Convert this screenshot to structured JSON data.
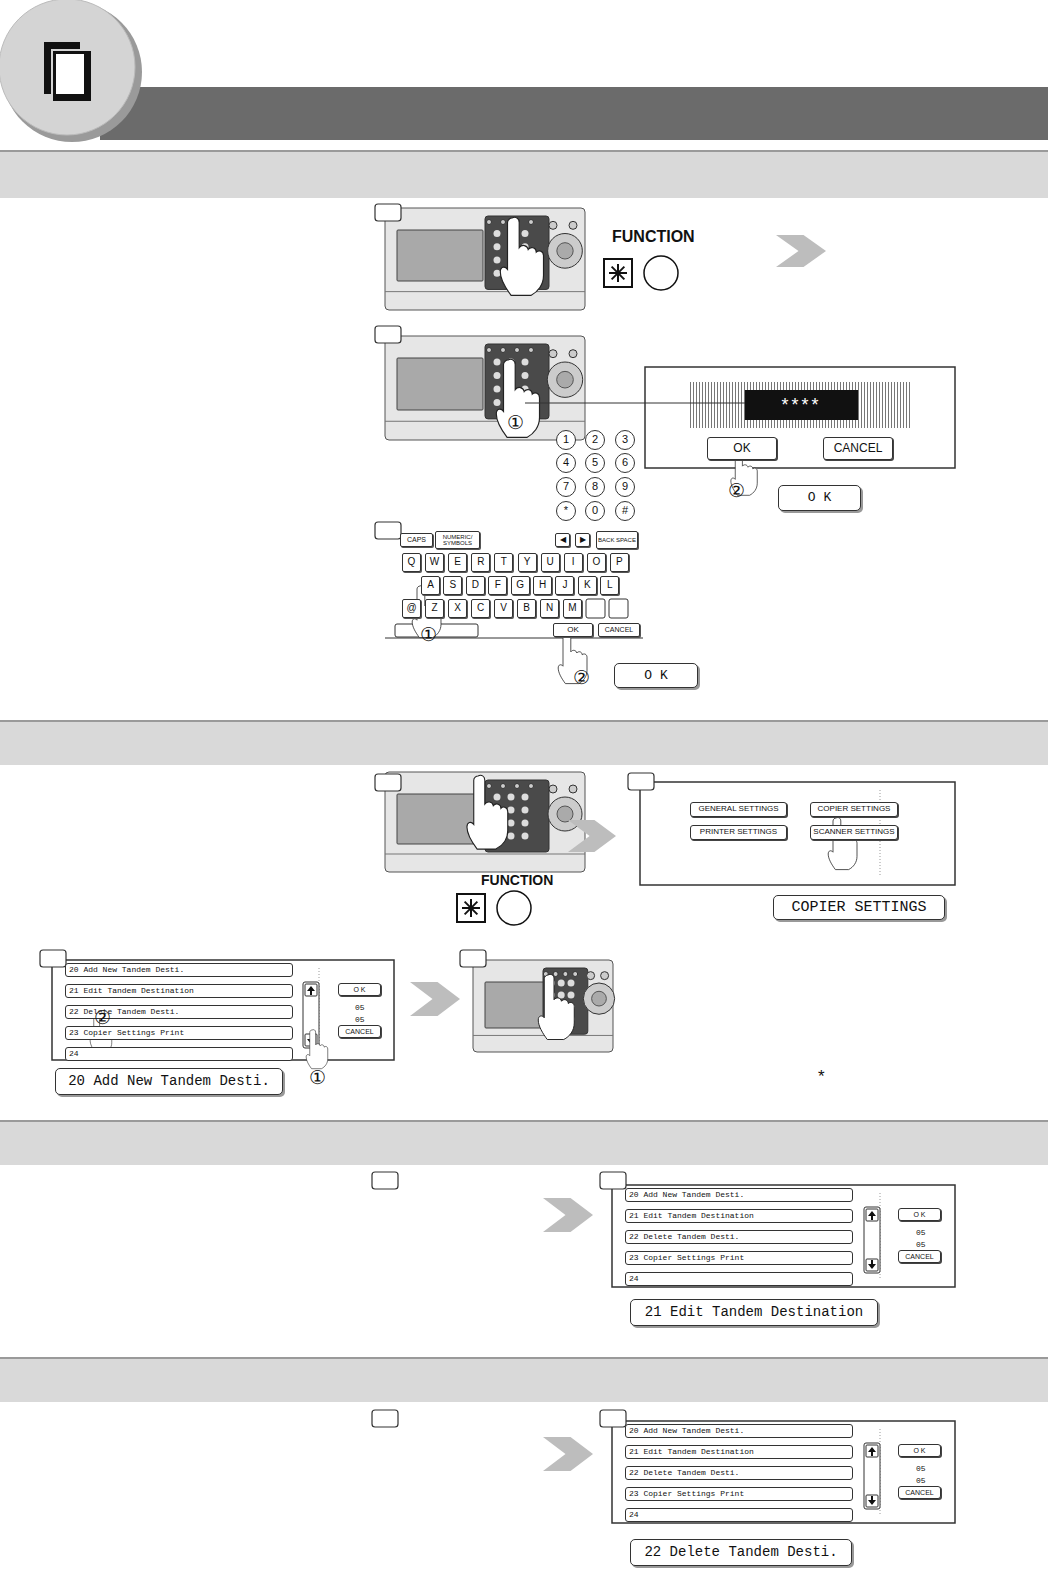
{
  "diagram": {
    "nodes": [
      {
        "text": [
          "****"
        ]
      },
      {
        "text": [
          "OK"
        ]
      },
      {
        "text": [
          "CANCEL"
        ]
      },
      {
        "text": [
          "O K"
        ]
      },
      {
        "text": [
          "1"
        ]
      },
      {
        "text": [
          "2"
        ]
      },
      {
        "text": [
          "3"
        ]
      },
      {
        "text": [
          "4"
        ]
      },
      {
        "text": [
          "5"
        ]
      },
      {
        "text": [
          "6"
        ]
      },
      {
        "text": [
          "7"
        ]
      },
      {
        "text": [
          "8"
        ]
      },
      {
        "text": [
          "9"
        ]
      },
      {
        "text": [
          "*"
        ]
      },
      {
        "text": [
          "0"
        ]
      },
      {
        "text": [
          "#"
        ]
      },
      {
        "text": [
          "CAPS"
        ]
      },
      {
        "text": [
          "NUMERIC/ SYMBOLS"
        ]
      },
      {
        "text": [
          "◀"
        ]
      },
      {
        "text": [
          "▶"
        ]
      },
      {
        "text": [
          "BACK SPACE"
        ]
      },
      {
        "text": [
          "Q"
        ]
      },
      {
        "text": [
          "W"
        ]
      },
      {
        "text": [
          "E"
        ]
      },
      {
        "text": [
          "R"
        ]
      },
      {
        "text": [
          "T"
        ]
      },
      {
        "text": [
          "Y"
        ]
      },
      {
        "text": [
          "U"
        ]
      },
      {
        "text": [
          "I"
        ]
      },
      {
        "text": [
          "O"
        ]
      },
      {
        "text": [
          "P"
        ]
      },
      {
        "text": [
          "A"
        ]
      },
      {
        "text": [
          "S"
        ]
      },
      {
        "text": [
          "D"
        ]
      },
      {
        "text": [
          "F"
        ]
      },
      {
        "text": [
          "G"
        ]
      },
      {
        "text": [
          "H"
        ]
      },
      {
        "text": [
          "J"
        ]
      },
      {
        "text": [
          "K"
        ]
      },
      {
        "text": [
          "L"
        ]
      },
      {
        "text": [
          "@"
        ]
      },
      {
        "text": [
          "Z"
        ]
      },
      {
        "text": [
          "X"
        ]
      },
      {
        "text": [
          "C"
        ]
      },
      {
        "text": [
          "V"
        ]
      },
      {
        "text": [
          "B"
        ]
      },
      {
        "text": [
          "N"
        ]
      },
      {
        "text": [
          "M"
        ]
      },
      {
        "text": [
          "OK"
        ]
      },
      {
        "text": [
          "CANCEL"
        ]
      },
      {
        "text": [
          "O K"
        ]
      },
      {
        "text": [
          "GENERAL SETTINGS"
        ]
      },
      {
        "text": [
          "COPIER SETTINGS"
        ]
      },
      {
        "text": [
          "PRINTER SETTINGS"
        ]
      },
      {
        "text": [
          "SCANNER SETTINGS"
        ]
      },
      {
        "text": [
          "COPIER SETTINGS"
        ]
      },
      {
        "text": [
          "20 Add New Tandem Desti."
        ]
      },
      {
        "text": [
          "21 Edit Tandem Destination"
        ]
      },
      {
        "text": [
          "22 Delete Tandem Desti."
        ]
      },
      {
        "text": [
          "23 Copier Settings Print"
        ]
      },
      {
        "text": [
          "24"
        ]
      },
      {
        "text": [
          "O K"
        ]
      },
      {
        "text": [
          "CANCEL"
        ]
      },
      {
        "text": [
          "20 Add New Tandem Desti."
        ]
      },
      {
        "text": [
          "20 Add New Tandem Desti."
        ]
      },
      {
        "text": [
          "21 Edit Tandem Destination"
        ]
      },
      {
        "text": [
          "22 Delete Tandem Desti."
        ]
      },
      {
        "text": [
          "23 Copier Settings Print"
        ]
      },
      {
        "text": [
          "24"
        ]
      },
      {
        "text": [
          "O K"
        ]
      },
      {
        "text": [
          "CANCEL"
        ]
      },
      {
        "text": [
          "21 Edit Tandem Destination"
        ]
      },
      {
        "text": [
          "20 Add New Tandem Desti."
        ]
      },
      {
        "text": [
          "21 Edit Tandem Destination"
        ]
      },
      {
        "text": [
          "22 Delete Tandem Desti."
        ]
      },
      {
        "text": [
          "23 Copier Settings Print"
        ]
      },
      {
        "text": [
          "24"
        ]
      },
      {
        "text": [
          "O K"
        ]
      },
      {
        "text": [
          "CANCEL"
        ]
      },
      {
        "text": [
          "22 Delete Tandem Desti."
        ]
      }
    ],
    "labels": [
      "FUNCTION",
      "FUNCTION",
      "①",
      "②",
      "①",
      "②",
      "①",
      "②",
      "05",
      "05",
      "05",
      "05",
      "05",
      "05",
      "*"
    ]
  }
}
